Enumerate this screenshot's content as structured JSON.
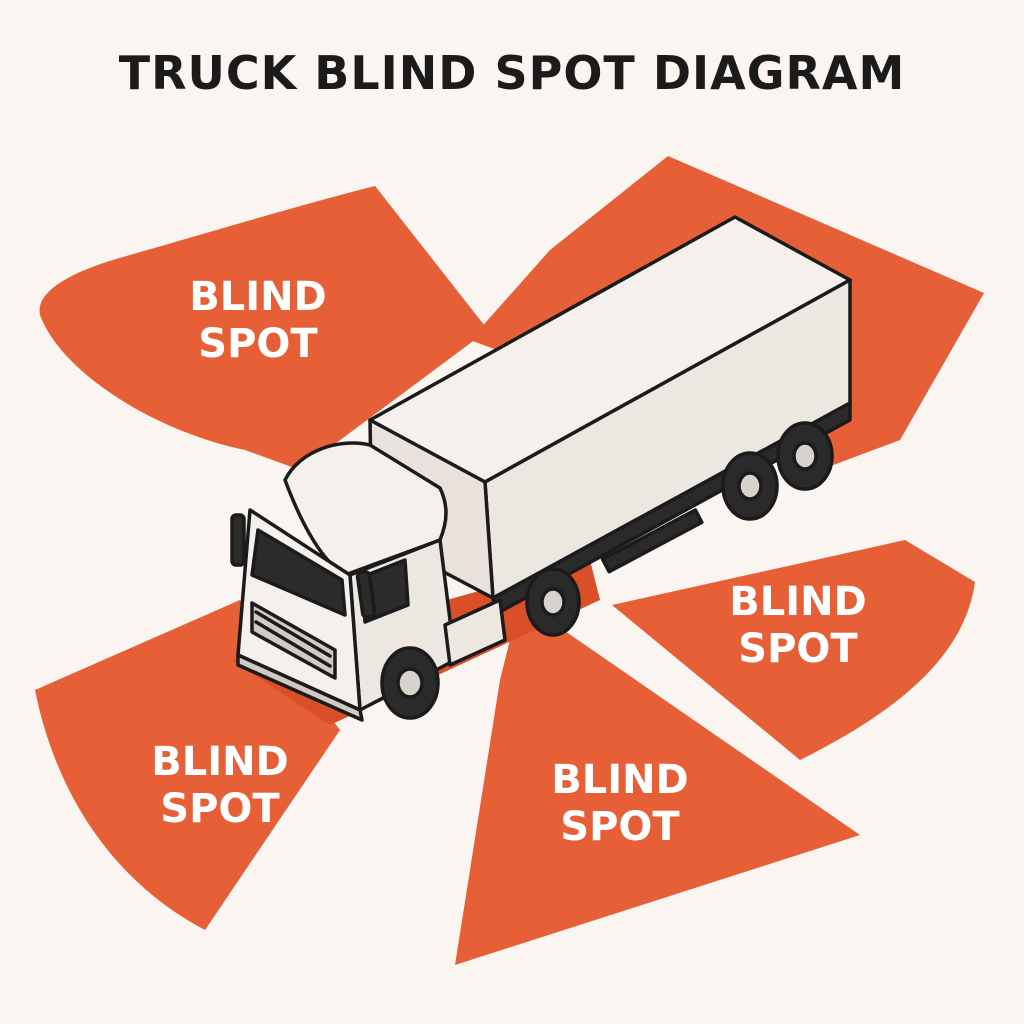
{
  "title": "TRUCK BLIND SPOT DIAGRAM",
  "colors": {
    "background": "#fbf5f1",
    "blind_zone": "#e65f36",
    "truck_body": "#f5f0ec",
    "outline": "#1b1b1b"
  },
  "zones": [
    {
      "id": "front-left",
      "line1": "BLIND",
      "line2": "SPOT"
    },
    {
      "id": "rear-right",
      "line1": "BLIND",
      "line2": "SPOT"
    },
    {
      "id": "front-bottom",
      "line1": "BLIND",
      "line2": "SPOT"
    },
    {
      "id": "right-side",
      "line1": "BLIND",
      "line2": "SPOT"
    }
  ],
  "icons": {
    "vehicle": "semi-truck-icon"
  }
}
